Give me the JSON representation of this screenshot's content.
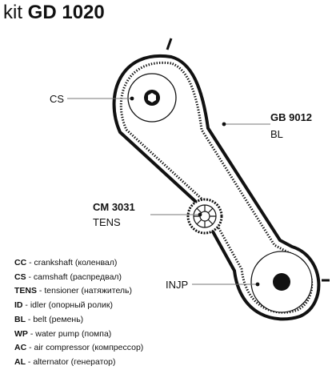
{
  "title": {
    "kit": "kit",
    "code": "GD 1020"
  },
  "labels": {
    "cs": "CS",
    "belt_code": "GB 9012",
    "belt_type": "BL",
    "tensioner_code": "CM 3031",
    "tensioner_type": "TENS",
    "injp": "INJP"
  },
  "legend": [
    {
      "abbr": "CC",
      "text": " - crankshaft (коленвал)"
    },
    {
      "abbr": "CS",
      "text": " - camshaft (распредвал)"
    },
    {
      "abbr": "TENS",
      "text": " - tensioner (натяжитель)"
    },
    {
      "abbr": "ID",
      "text": " - idler (опорный ролик)"
    },
    {
      "abbr": "BL",
      "text": " - belt (ремень)"
    },
    {
      "abbr": "WP",
      "text": " - water pump (помпа)"
    },
    {
      "abbr": "AC",
      "text": " - air compressor (компрессор)"
    },
    {
      "abbr": "AL",
      "text": " - alternator (генератор)"
    }
  ],
  "colors": {
    "line": "#111111",
    "leader": "#777777",
    "background": "#ffffff"
  }
}
